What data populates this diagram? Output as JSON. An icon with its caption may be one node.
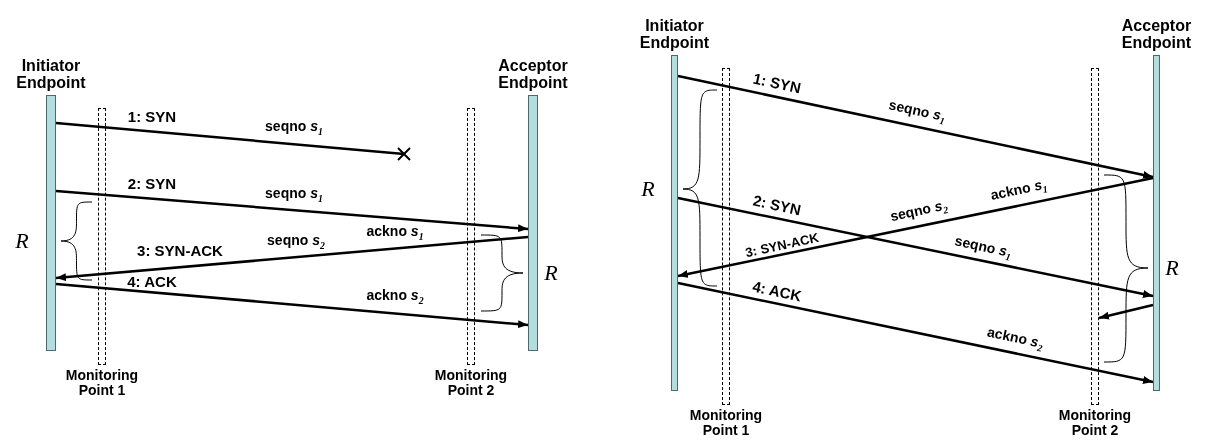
{
  "diagram": {
    "nodes": [
      {
        "text": [
          "Initiator Endpoint"
        ]
      },
      {
        "text": [
          "Monitoring Point 1"
        ]
      },
      {
        "text": [
          "Monitoring Point 2"
        ]
      },
      {
        "text": [
          "Acceptor Endpoint"
        ]
      },
      {
        "text": [
          "Initiator Endpoint"
        ]
      },
      {
        "text": [
          "Monitoring Point 1"
        ]
      },
      {
        "text": [
          "Monitoring Point 2"
        ]
      },
      {
        "text": [
          "Acceptor Endpoint"
        ]
      }
    ],
    "edges": [
      {
        "from": 0,
        "to": null,
        "arrow": "other",
        "label": "1: SYN"
      },
      {
        "from": 0,
        "to": 3,
        "arrow": "to",
        "label": "2: SYN"
      },
      {
        "from": 3,
        "to": 0,
        "arrow": "to",
        "label": "3: SYN-ACK"
      },
      {
        "from": 0,
        "to": 3,
        "arrow": "to",
        "label": "4: ACK"
      },
      {
        "from": 4,
        "to": 7,
        "arrow": "to",
        "label": "1: SYN"
      },
      {
        "from": 7,
        "to": 4,
        "arrow": "to",
        "label": "3: SYN-ACK"
      },
      {
        "from": 4,
        "to": 7,
        "arrow": "to",
        "label": "2: SYN"
      },
      {
        "from": 7,
        "to": 6,
        "arrow": "to"
      },
      {
        "from": 4,
        "to": 7,
        "arrow": "to",
        "label": "4: ACK"
      }
    ],
    "labels": [
      "seqno *s*$_{1}$",
      "seqno *s*$_{1}$",
      "seqno *s*$_{2}$",
      "ackno *s*$_{1}$",
      "R",
      "R",
      "ackno *s*$_{2}$",
      "seqno *s*$_{1}$",
      "R",
      "ackno *s*$_{1}$",
      "seqno *s*$_{2}$",
      "seqno *s*$_{1}$",
      "R",
      "ackno *s*$_{2}$"
    ]
  }
}
